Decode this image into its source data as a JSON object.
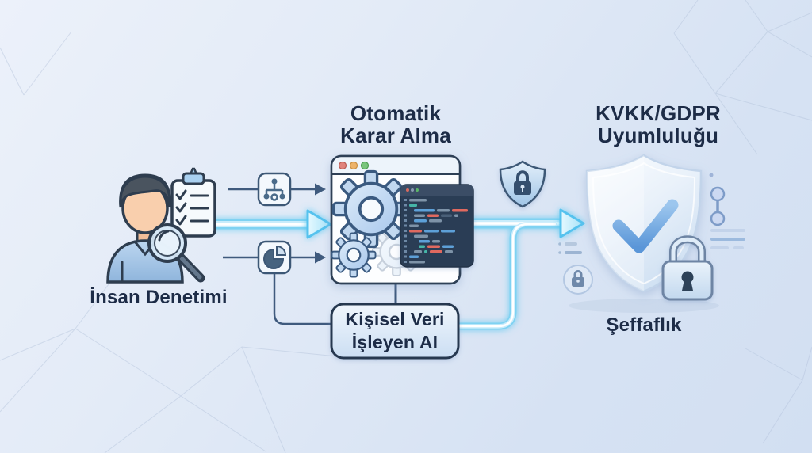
{
  "diagram_title": "AI Personal Data Processing Compliance Flow",
  "labels": {
    "human_oversight": "İnsan Denetimi",
    "automatic_decision_line1": "Otomatik",
    "automatic_decision_line2": "Karar Alma",
    "ai_processor_line1": "Kişisel Veri",
    "ai_processor_line2": "İşleyen AI",
    "compliance_line1": "KVKK/GDPR",
    "compliance_line2": "Uyumluluğu",
    "transparency": "Şeffaflık"
  },
  "icons": {
    "person": "person-icon",
    "checklist_clipboard": "checklist-icon",
    "magnifier": "magnifier-icon",
    "flowchart": "flowchart-icon",
    "pie_chart": "pie-chart-icon",
    "browser_window": "browser-window-icon",
    "gears": "gears-icon",
    "code_editor": "code-editor-icon",
    "shield_lock_small": "shield-lock-icon",
    "shield_check": "shield-check-icon",
    "padlock": "padlock-icon",
    "lock_badge": "lock-badge-icon",
    "toggle_decoration": "toggle-deco-icon"
  },
  "colors": {
    "background_start": "#ecf1fa",
    "background_end": "#d2dff2",
    "outline_navy": "#2e4057",
    "text_navy": "#1d2c47",
    "accent_glow": "#6fd0f4",
    "window_dark": "#2c3e54",
    "code_blue": "#5da0d8",
    "code_red": "#e0695f",
    "code_teal": "#45b5a8",
    "code_gray": "#7e93a8",
    "traffic_red": "#e0837b",
    "traffic_yellow": "#edb36a",
    "traffic_green": "#79c57c"
  }
}
